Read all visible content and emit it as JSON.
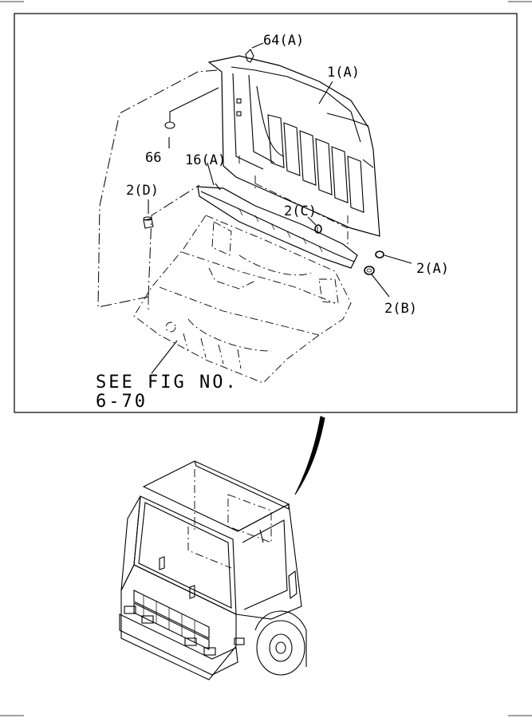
{
  "callouts": {
    "part_64A": "64(A)",
    "part_1A": "1(A)",
    "part_66": "66",
    "part_16A": "16(A)",
    "part_2D": "2(D)",
    "part_2C": "2(C)",
    "part_2A": "2(A)",
    "part_2B": "2(B)"
  },
  "reference": {
    "line1": "SEE FIG NO.",
    "line2": "6-70"
  }
}
